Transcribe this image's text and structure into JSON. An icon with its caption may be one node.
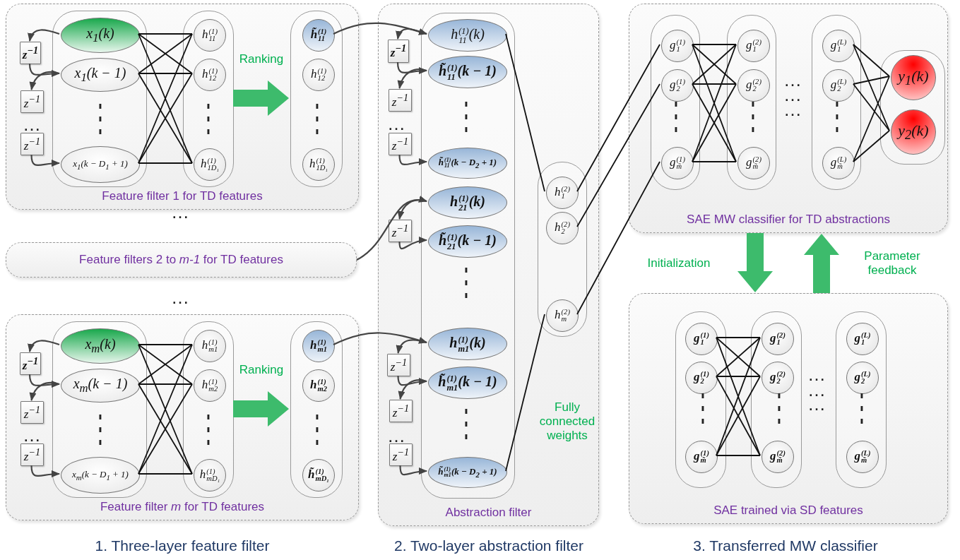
{
  "diagram": {
    "nodes": [
      {
        "text": [
          "Feature filter 1 for TD features"
        ]
      },
      {
        "text": [],
        "shape": "box",
        "in": 0
      },
      {
        "text": [
          "x$_{1}$(k)"
        ],
        "in": 1
      },
      {
        "text": [
          "x$_{1}$(k − 1)"
        ],
        "in": 1
      },
      {
        "text": [
          "x$_{1}$(k − D$_{1}$ + 1)"
        ],
        "in": 1
      },
      {
        "text": [
          "z$^{−1}$"
        ],
        "in": 0
      },
      {
        "text": [
          "z$^{−1}$"
        ],
        "in": 0
      },
      {
        "text": [
          "z$^{−1}$"
        ],
        "in": 0
      },
      {
        "text": [],
        "shape": "box",
        "in": 0
      },
      {
        "text": [
          "h$^{(1)}$$_{11}$"
        ],
        "in": 8
      },
      {
        "text": [
          "h$^{(1)}$$_{12}$"
        ],
        "in": 8
      },
      {
        "text": [
          "h$^{(1)}$$_{1D₁}$"
        ],
        "in": 8
      },
      {
        "text": [],
        "shape": "box",
        "in": 0
      },
      {
        "text": [
          "h̃$^{(1)}$$_{11}$"
        ],
        "in": 12
      },
      {
        "text": [
          "h$^{(1)}$$_{12}$"
        ],
        "in": 12
      },
      {
        "text": [
          "h$^{(1)}$$_{1D₁}$"
        ],
        "in": 12
      },
      {
        "text": [
          "Feature filters 2 to *m-1* for TD features"
        ]
      },
      {
        "text": [
          "Feature filter *m* for TD features"
        ]
      },
      {
        "text": [],
        "shape": "box",
        "in": 17
      },
      {
        "text": [
          "x$_{m}$(k)"
        ],
        "in": 18
      },
      {
        "text": [
          "x$_{m}$(k − 1)"
        ],
        "in": 18
      },
      {
        "text": [
          "x$_{m}$(k − D$_{1}$ + 1)"
        ],
        "in": 18
      },
      {
        "text": [
          "z$^{−1}$"
        ],
        "in": 17
      },
      {
        "text": [
          "z$^{−1}$"
        ],
        "in": 17
      },
      {
        "text": [
          "z$^{−1}$"
        ],
        "in": 17
      },
      {
        "text": [],
        "shape": "box",
        "in": 17
      },
      {
        "text": [
          "h$^{(1)}$$_{m1}$"
        ],
        "in": 25
      },
      {
        "text": [
          "h$^{(1)}$$_{m2}$"
        ],
        "in": 25
      },
      {
        "text": [
          "h$^{(1)}$$_{mD₁}$"
        ],
        "in": 25
      },
      {
        "text": [],
        "shape": "box",
        "in": 17
      },
      {
        "text": [
          "h$^{(1)}$$_{m1}$"
        ],
        "in": 29
      },
      {
        "text": [
          "h$^{(1)}$$_{m2}$"
        ],
        "in": 29
      },
      {
        "text": [
          "h̃$^{(1)}$$_{mD₁}$"
        ],
        "in": 29
      },
      {
        "text": [
          "Abstraction filter"
        ]
      },
      {
        "text": [],
        "shape": "box",
        "in": 33
      },
      {
        "text": [
          "h$^{(1)}$$_{11}$(k)"
        ],
        "in": 34
      },
      {
        "text": [
          "h̃$^{(1)}$$_{11}$(k − 1)"
        ],
        "in": 34
      },
      {
        "text": [
          "h̃$^{(1)}$$_{11}$(k − D$_{2}$ + 1)"
        ],
        "in": 34
      },
      {
        "text": [
          "h$^{(1)}$$_{21}$(k)"
        ],
        "in": 34
      },
      {
        "text": [
          "h̃$^{(1)}$$_{21}$(k − 1)"
        ],
        "in": 34
      },
      {
        "text": [
          "h$^{(1)}$$_{m1}$(k)"
        ],
        "in": 34
      },
      {
        "text": [
          "h̃$^{(1)}$$_{m1}$(k − 1)"
        ],
        "in": 34
      },
      {
        "text": [
          "h̃$^{(1)}$$_{m1}$(k − D$_{2}$ + 1)"
        ],
        "in": 34
      },
      {
        "text": [
          "z$^{−1}$"
        ],
        "in": 33
      },
      {
        "text": [
          "z$^{−1}$"
        ],
        "in": 33
      },
      {
        "text": [
          "z$^{−1}$"
        ],
        "in": 33
      },
      {
        "text": [
          "z$^{−1}$"
        ],
        "in": 33
      },
      {
        "text": [
          "z$^{−1}$"
        ],
        "in": 33
      },
      {
        "text": [
          "z$^{−1}$"
        ],
        "in": 33
      },
      {
        "text": [
          "z$^{−1}$"
        ],
        "in": 33
      },
      {
        "text": [],
        "shape": "box",
        "in": 33
      },
      {
        "text": [
          "h$^{(2)}$$_{1}$"
        ],
        "in": 50
      },
      {
        "text": [
          "h$^{(2)}$$_{2}$"
        ],
        "in": 50
      },
      {
        "text": [
          "h$^{(2)}$$_{m}$"
        ],
        "in": 50
      },
      {
        "text": [
          "SAE MW classifier for TD abstractions"
        ]
      },
      {
        "text": [],
        "shape": "box",
        "in": 54
      },
      {
        "text": [
          "g$^{(1)}$$_{1}$"
        ],
        "in": 55
      },
      {
        "text": [
          "g$^{(1)}$$_{2}$"
        ],
        "in": 55
      },
      {
        "text": [
          "g$^{(1)}$$_{m̃}$"
        ],
        "in": 55
      },
      {
        "text": [],
        "shape": "box",
        "in": 54
      },
      {
        "text": [
          "g$^{(2)}$$_{1}$"
        ],
        "in": 59
      },
      {
        "text": [
          "g$^{(2)}$$_{2}$"
        ],
        "in": 59
      },
      {
        "text": [
          "g$^{(2)}$$_{m̃}$"
        ],
        "in": 59
      },
      {
        "text": [],
        "shape": "box",
        "in": 54
      },
      {
        "text": [
          "g$^{(L)}$$_{1}$"
        ],
        "in": 63
      },
      {
        "text": [
          "g$^{(L)}$$_{2}$"
        ],
        "in": 63
      },
      {
        "text": [
          "g$^{(L)}$$_{m̃}$"
        ],
        "in": 63
      },
      {
        "text": [],
        "shape": "box",
        "in": 54
      },
      {
        "text": [
          "y$_{1}$(k)"
        ],
        "in": 67
      },
      {
        "text": [
          "y$_{2}$(k)"
        ],
        "in": 67
      },
      {
        "text": [
          "SAE trained via SD features"
        ]
      },
      {
        "text": [],
        "shape": "box",
        "in": 70
      },
      {
        "text": [
          "g$^{(1)}$$_{1}$"
        ],
        "in": 71
      },
      {
        "text": [
          "g$^{(1)}$$_{2}$"
        ],
        "in": 71
      },
      {
        "text": [
          "g$^{(1)}$$_{m̃}$"
        ],
        "in": 71
      },
      {
        "text": [],
        "shape": "box",
        "in": 70
      },
      {
        "text": [
          "g$^{(2)}$$_{1}$"
        ],
        "in": 75
      },
      {
        "text": [
          "g$^{(2)}$$_{2}$"
        ],
        "in": 75
      },
      {
        "text": [
          "g$^{(2)}$$_{m̃}$"
        ],
        "in": 75
      },
      {
        "text": [],
        "shape": "box",
        "in": 70
      },
      {
        "text": [
          "g$^{(L)}$$_{1}$"
        ],
        "in": 79
      },
      {
        "text": [
          "g$^{(L)}$$_{2}$"
        ],
        "in": 79
      },
      {
        "text": [
          "g$^{(L)}$$_{m̃}$"
        ],
        "in": 79
      }
    ],
    "edges": [
      {
        "from": 2,
        "to": 5,
        "arrow": "to"
      },
      {
        "from": 5,
        "to": 3,
        "arrow": "to"
      },
      {
        "from": 3,
        "to": 6,
        "arrow": "to"
      },
      {
        "from": 7,
        "to": 4,
        "arrow": "to"
      },
      {
        "from": 2,
        "to": 9,
        "arrow": "none"
      },
      {
        "from": 2,
        "to": 10,
        "arrow": "none"
      },
      {
        "from": 2,
        "to": 11,
        "arrow": "none"
      },
      {
        "from": 3,
        "to": 9,
        "arrow": "none"
      },
      {
        "from": 3,
        "to": 10,
        "arrow": "none"
      },
      {
        "from": 3,
        "to": 11,
        "arrow": "none"
      },
      {
        "from": 4,
        "to": 9,
        "arrow": "none"
      },
      {
        "from": 4,
        "to": 10,
        "arrow": "none"
      },
      {
        "from": 4,
        "to": 11,
        "arrow": "none"
      },
      {
        "from": 8,
        "to": 12,
        "arrow": "to",
        "label": "Ranking",
        "style": "thick",
        "color": "#3dbb6c"
      },
      {
        "from": 13,
        "to": 35,
        "arrow": "to"
      },
      {
        "from": 19,
        "to": 22,
        "arrow": "to"
      },
      {
        "from": 22,
        "to": 20,
        "arrow": "to"
      },
      {
        "from": 20,
        "to": 23,
        "arrow": "to"
      },
      {
        "from": 24,
        "to": 21,
        "arrow": "to"
      },
      {
        "from": 19,
        "to": 26,
        "arrow": "none"
      },
      {
        "from": 19,
        "to": 27,
        "arrow": "none"
      },
      {
        "from": 19,
        "to": 28,
        "arrow": "none"
      },
      {
        "from": 20,
        "to": 26,
        "arrow": "none"
      },
      {
        "from": 20,
        "to": 27,
        "arrow": "none"
      },
      {
        "from": 20,
        "to": 28,
        "arrow": "none"
      },
      {
        "from": 21,
        "to": 26,
        "arrow": "none"
      },
      {
        "from": 21,
        "to": 27,
        "arrow": "none"
      },
      {
        "from": 21,
        "to": 28,
        "arrow": "none"
      },
      {
        "from": 25,
        "to": 29,
        "arrow": "to",
        "label": "Ranking",
        "style": "thick",
        "color": "#3dbb6c"
      },
      {
        "from": 30,
        "to": 40,
        "arrow": "to"
      },
      {
        "from": 16,
        "to": 38,
        "arrow": "to"
      },
      {
        "from": 35,
        "to": 43,
        "arrow": "to"
      },
      {
        "from": 43,
        "to": 36,
        "arrow": "to"
      },
      {
        "from": 36,
        "to": 44,
        "arrow": "to"
      },
      {
        "from": 45,
        "to": 37,
        "arrow": "to"
      },
      {
        "from": 38,
        "to": 46,
        "arrow": "to"
      },
      {
        "from": 46,
        "to": 39,
        "arrow": "to"
      },
      {
        "from": 40,
        "to": 47,
        "arrow": "to"
      },
      {
        "from": 47,
        "to": 41,
        "arrow": "to"
      },
      {
        "from": 41,
        "to": 48,
        "arrow": "to"
      },
      {
        "from": 49,
        "to": 42,
        "arrow": "to"
      },
      {
        "from": 35,
        "to": 51,
        "arrow": "none"
      },
      {
        "from": 42,
        "to": 53,
        "arrow": "none"
      },
      {
        "from": 51,
        "to": 56,
        "arrow": "none"
      },
      {
        "from": 52,
        "to": 57,
        "arrow": "none"
      },
      {
        "from": 53,
        "to": 58,
        "arrow": "none"
      },
      {
        "from": 56,
        "to": 60,
        "arrow": "none"
      },
      {
        "from": 56,
        "to": 61,
        "arrow": "none"
      },
      {
        "from": 56,
        "to": 62,
        "arrow": "none"
      },
      {
        "from": 57,
        "to": 60,
        "arrow": "none"
      },
      {
        "from": 57,
        "to": 61,
        "arrow": "none"
      },
      {
        "from": 57,
        "to": 62,
        "arrow": "none"
      },
      {
        "from": 58,
        "to": 60,
        "arrow": "none"
      },
      {
        "from": 58,
        "to": 61,
        "arrow": "none"
      },
      {
        "from": 58,
        "to": 62,
        "arrow": "none"
      },
      {
        "from": 64,
        "to": 68,
        "arrow": "none"
      },
      {
        "from": 64,
        "to": 69,
        "arrow": "none"
      },
      {
        "from": 65,
        "to": 68,
        "arrow": "none"
      },
      {
        "from": 65,
        "to": 69,
        "arrow": "none"
      },
      {
        "from": 66,
        "to": 68,
        "arrow": "none"
      },
      {
        "from": 66,
        "to": 69,
        "arrow": "none"
      },
      {
        "from": 54,
        "to": 70,
        "arrow": "to",
        "label": "Initialization",
        "style": "thick",
        "color": "#3dbb6c"
      },
      {
        "from": 70,
        "to": 54,
        "arrow": "to",
        "label": "Parameter feedback",
        "style": "thick",
        "color": "#3dbb6c"
      },
      {
        "from": 72,
        "to": 76,
        "arrow": "none"
      },
      {
        "from": 72,
        "to": 77,
        "arrow": "none"
      },
      {
        "from": 72,
        "to": 78,
        "arrow": "none"
      },
      {
        "from": 73,
        "to": 76,
        "arrow": "none"
      },
      {
        "from": 73,
        "to": 77,
        "arrow": "none"
      },
      {
        "from": 73,
        "to": 78,
        "arrow": "none"
      },
      {
        "from": 74,
        "to": 76,
        "arrow": "none"
      },
      {
        "from": 74,
        "to": 77,
        "arrow": "none"
      },
      {
        "from": 74,
        "to": 78,
        "arrow": "none"
      }
    ],
    "labels": [
      "…",
      "⋮",
      "⋮",
      "⋮",
      "…",
      "…",
      "…",
      "⋮",
      "⋮",
      "⋮",
      "…",
      "⋮",
      "⋮",
      "⋮",
      "…",
      "Fully connected weights",
      "⋮",
      "⋮",
      "…",
      "…",
      "…",
      "⋮",
      "⋮",
      "⋮",
      "…",
      "…",
      "…",
      "⋮",
      "1. Three-layer feature filter",
      "2. Two-layer abstraction filter",
      "3. Transferred MW classifier"
    ]
  }
}
